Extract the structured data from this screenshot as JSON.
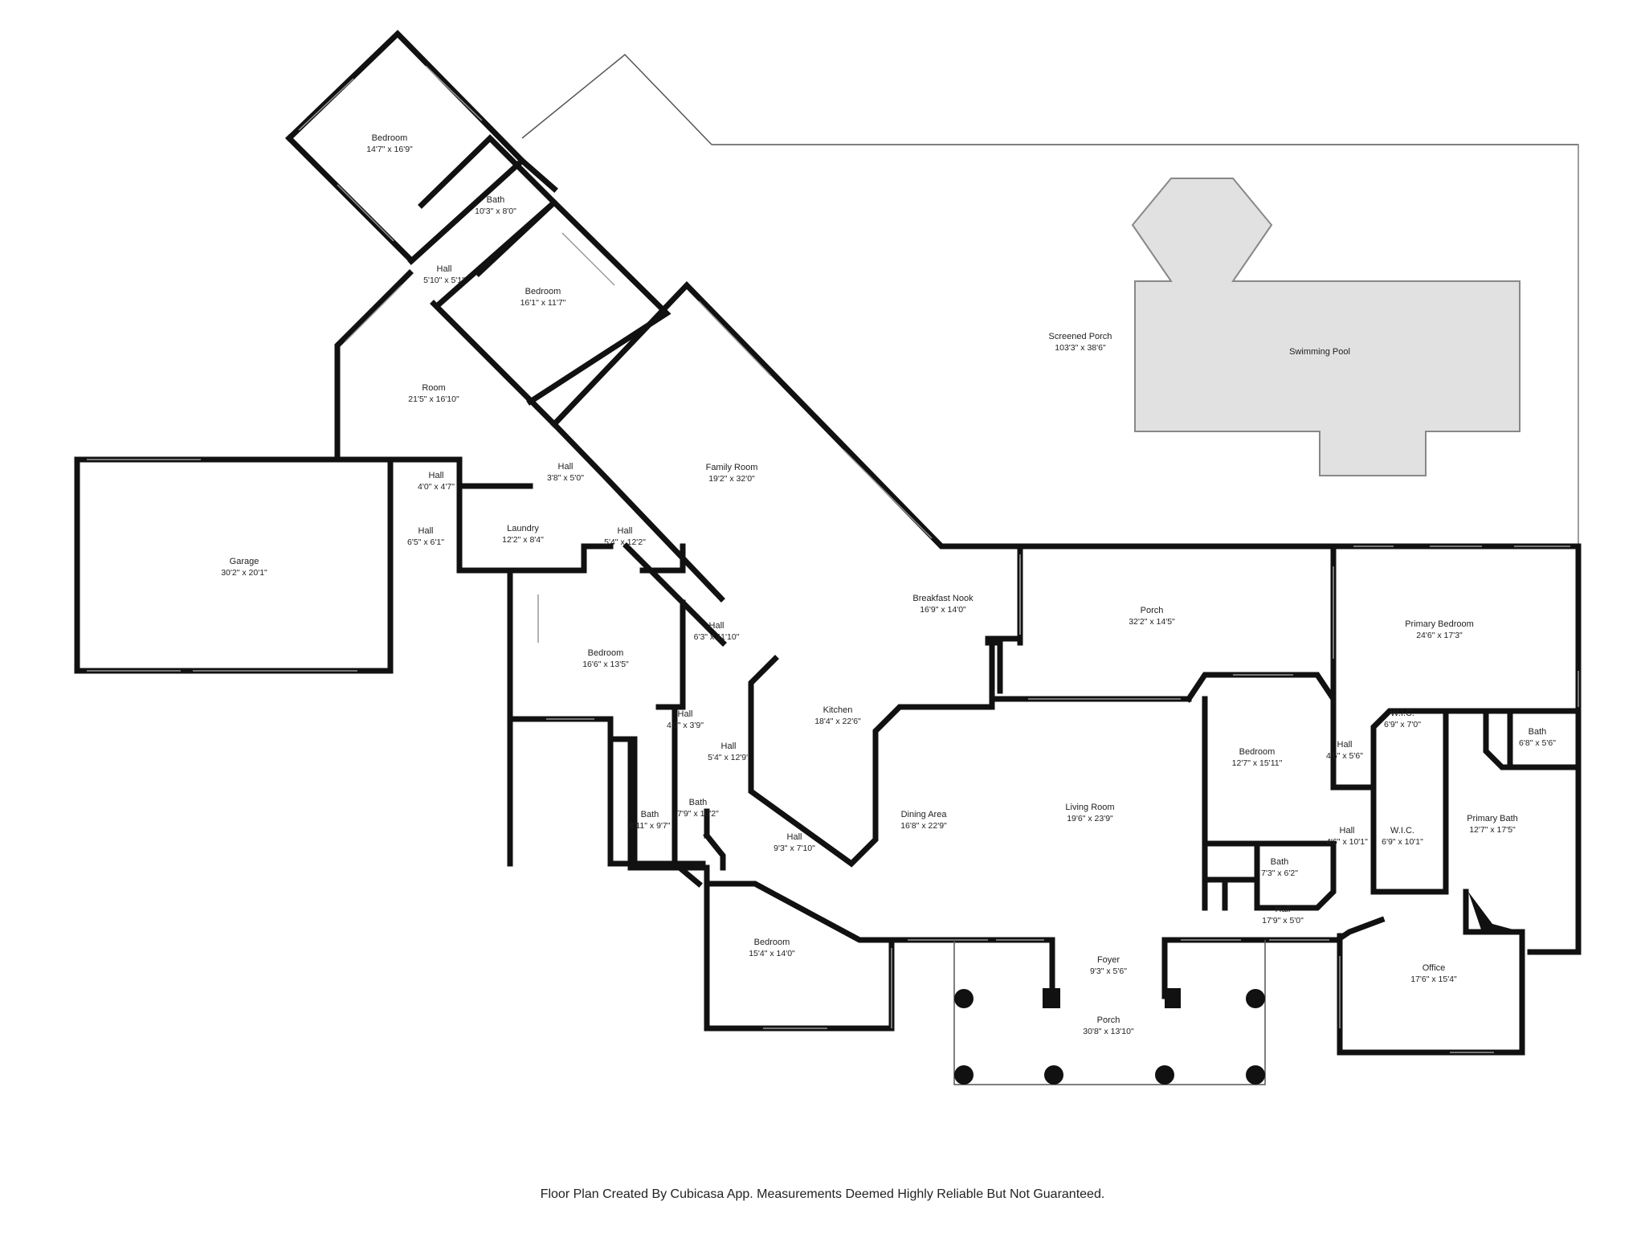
{
  "rooms": [
    {
      "id": "bedroom-nw",
      "name": "Bedroom",
      "dims": "14'7\" x 16'9\""
    },
    {
      "id": "bath-nw",
      "name": "Bath",
      "dims": "10'3\" x 8'0\""
    },
    {
      "id": "hall-nw",
      "name": "Hall",
      "dims": "5'10\" x 5'1\""
    },
    {
      "id": "bedroom-n",
      "name": "Bedroom",
      "dims": "16'1\" x 11'7\""
    },
    {
      "id": "room",
      "name": "Room",
      "dims": "21'5\" x 16'10\""
    },
    {
      "id": "screened-porch",
      "name": "Screened Porch",
      "dims": "103'3\" x 38'6\""
    },
    {
      "id": "swimming-pool",
      "name": "Swimming Pool",
      "dims": ""
    },
    {
      "id": "family-room",
      "name": "Family Room",
      "dims": "19'2\" x 32'0\""
    },
    {
      "id": "hall-a",
      "name": "Hall",
      "dims": "4'0\" x 4'7\""
    },
    {
      "id": "hall-b",
      "name": "Hall",
      "dims": "3'8\" x 5'0\""
    },
    {
      "id": "garage",
      "name": "Garage",
      "dims": "30'2\" x 20'1\""
    },
    {
      "id": "hall-c",
      "name": "Hall",
      "dims": "6'5\" x 6'1\""
    },
    {
      "id": "laundry",
      "name": "Laundry",
      "dims": "12'2\" x 8'4\""
    },
    {
      "id": "hall-d",
      "name": "Hall",
      "dims": "5'4\" x 12'2\""
    },
    {
      "id": "breakfast-nook",
      "name": "Breakfast Nook",
      "dims": "16'9\" x 14'0\""
    },
    {
      "id": "porch-rear",
      "name": "Porch",
      "dims": "32'2\" x 14'5\""
    },
    {
      "id": "primary-bedroom",
      "name": "Primary Bedroom",
      "dims": "24'6\" x 17'3\""
    },
    {
      "id": "hall-e",
      "name": "Hall",
      "dims": "6'3\" x 11'10\""
    },
    {
      "id": "bedroom-w",
      "name": "Bedroom",
      "dims": "16'6\" x 13'5\""
    },
    {
      "id": "kitchen",
      "name": "Kitchen",
      "dims": "18'4\" x 22'6\""
    },
    {
      "id": "hall-f",
      "name": "Hall",
      "dims": "4'0\" x 3'9\""
    },
    {
      "id": "hall-g",
      "name": "Hall",
      "dims": "5'4\" x 12'9\""
    },
    {
      "id": "wic-1",
      "name": "W.I.C.",
      "dims": "6'9\" x 7'0\""
    },
    {
      "id": "bath-primary-sm",
      "name": "Bath",
      "dims": "6'8\" x 5'6\""
    },
    {
      "id": "hall-h",
      "name": "Hall",
      "dims": "4'6\" x 5'6\""
    },
    {
      "id": "bedroom-e",
      "name": "Bedroom",
      "dims": "12'7\" x 15'11\""
    },
    {
      "id": "bath-sw",
      "name": "Bath",
      "dims": "7'9\" x 10'2\""
    },
    {
      "id": "bath-sw2",
      "name": "Bath",
      "dims": "6'11\" x 9'7\""
    },
    {
      "id": "hall-i",
      "name": "Hall",
      "dims": "9'3\" x 7'10\""
    },
    {
      "id": "dining-area",
      "name": "Dining Area",
      "dims": "16'8\" x 22'9\""
    },
    {
      "id": "living-room",
      "name": "Living Room",
      "dims": "19'6\" x 23'9\""
    },
    {
      "id": "hall-j",
      "name": "Hall",
      "dims": "4'6\" x 10'1\""
    },
    {
      "id": "wic-2",
      "name": "W.I.C.",
      "dims": "6'9\" x 10'1\""
    },
    {
      "id": "primary-bath",
      "name": "Primary Bath",
      "dims": "12'7\" x 17'5\""
    },
    {
      "id": "bath-e",
      "name": "Bath",
      "dims": "7'3\" x 6'2\""
    },
    {
      "id": "hall-k",
      "name": "Hall",
      "dims": "17'9\" x 5'0\""
    },
    {
      "id": "bedroom-s",
      "name": "Bedroom",
      "dims": "15'4\" x 14'0\""
    },
    {
      "id": "foyer",
      "name": "Foyer",
      "dims": "9'3\" x 5'6\""
    },
    {
      "id": "office",
      "name": "Office",
      "dims": "17'6\" x 15'4\""
    },
    {
      "id": "porch-front",
      "name": "Porch",
      "dims": "30'8\" x 13'10\""
    }
  ],
  "footer": "Floor Plan Created By Cubicasa App. Measurements Deemed Highly Reliable But Not Guaranteed."
}
